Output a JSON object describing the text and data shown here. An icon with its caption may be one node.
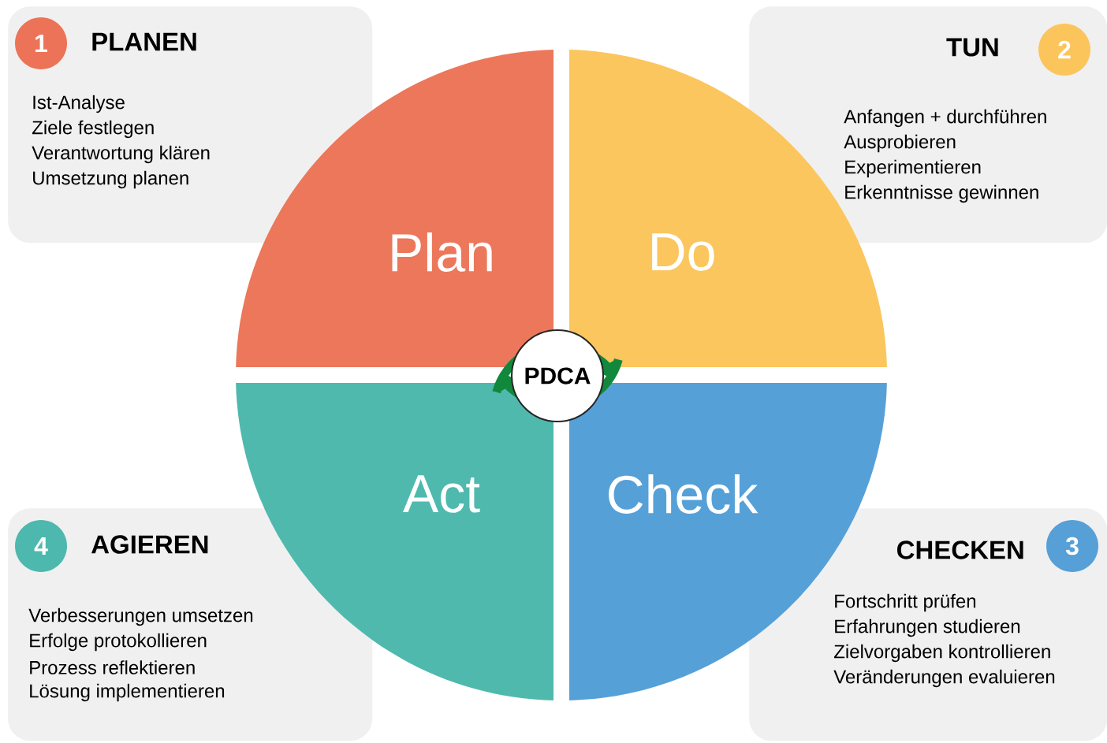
{
  "diagram": {
    "nodes": [
      {
        "text": [
          "PLANEN",
          "Ist-Analyse",
          "Ziele festlegen",
          "Verantwortung klären",
          "Umsetzung planen"
        ]
      },
      {
        "text": [
          "1"
        ],
        "in": 0
      },
      {
        "text": [
          "TUN",
          "Anfangen + durchführen",
          "Ausprobieren",
          "Experimentieren",
          "Erkenntnisse gewinnen"
        ]
      },
      {
        "text": [
          "2"
        ],
        "in": 2
      },
      {
        "text": [
          "Plan"
        ]
      },
      {
        "text": [
          "Do"
        ]
      },
      {
        "text": [
          "PDCA"
        ]
      },
      {
        "text": [
          "Act"
        ]
      },
      {
        "text": [
          "Check"
        ]
      },
      {
        "text": [
          "AGIEREN",
          "Verbesserungen umsetzen",
          "Erfolge protokollieren",
          "Prozess reflektieren",
          "Lösung implementieren"
        ]
      },
      {
        "text": [
          "4"
        ],
        "in": 9
      },
      {
        "text": [
          "CHECKEN",
          "Fortschritt prüfen",
          "Erfahrungen studieren",
          "Zielvorgaben kontrollieren",
          "Veränderungen evaluieren"
        ]
      },
      {
        "text": [
          "3"
        ],
        "in": 11
      }
    ]
  }
}
